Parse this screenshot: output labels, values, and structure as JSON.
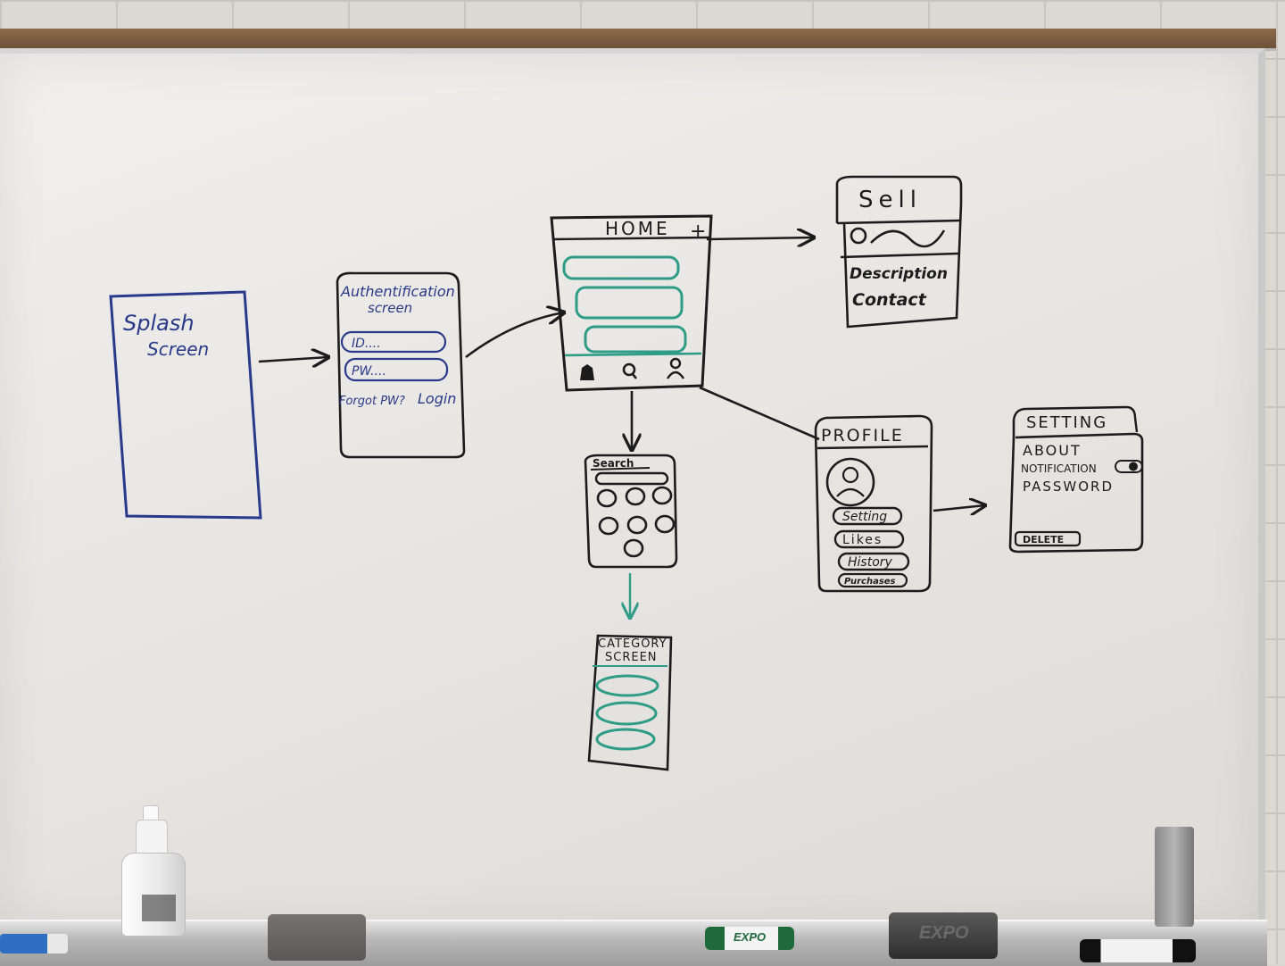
{
  "screens": {
    "splash": {
      "line1": "Splash",
      "line2": "Screen"
    },
    "auth": {
      "line1": "Authentification",
      "line2": "screen",
      "id_field": "ID....",
      "pw_field": "PW....",
      "forgot": "Forgot PW?",
      "login": "Login"
    },
    "home": {
      "title": "HOME",
      "plus": "+"
    },
    "sell": {
      "title": "Sell",
      "description": "Description",
      "contact": "Contact"
    },
    "search": {
      "title": "Search"
    },
    "category": {
      "line1": "CATEGORY",
      "line2": "SCREEN"
    },
    "profile": {
      "title": "PROFILE",
      "buttons": [
        "Setting",
        "Likes",
        "History",
        "Purchases"
      ]
    },
    "setting": {
      "title": "SETTING",
      "items": [
        "ABOUT",
        "NOTIFICATION",
        "PASSWORD"
      ],
      "delete": "DELETE"
    }
  },
  "props": {
    "eraser_brand": "EXPO",
    "marker_brand": "EXPO"
  },
  "colors": {
    "ink_black": "#1c1c1c",
    "ink_blue": "#2a3a8a",
    "ink_teal": "#2e9c86",
    "board": "#ecebe8"
  }
}
